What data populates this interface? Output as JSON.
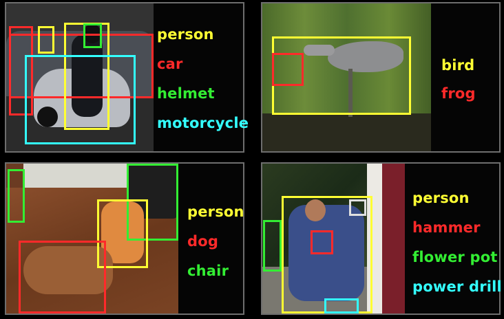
{
  "colors": {
    "yellow": "#ffff33",
    "red": "#ff2a2a",
    "green": "#33ee33",
    "cyan": "#33ffff"
  },
  "panels": [
    {
      "labels": [
        "person",
        "car",
        "helmet",
        "motorcycle"
      ]
    },
    {
      "labels": [
        "bird",
        "frog"
      ]
    },
    {
      "labels": [
        "person",
        "dog",
        "chair"
      ]
    },
    {
      "labels": [
        "person",
        "hammer",
        "flower pot",
        "power drill"
      ]
    }
  ]
}
